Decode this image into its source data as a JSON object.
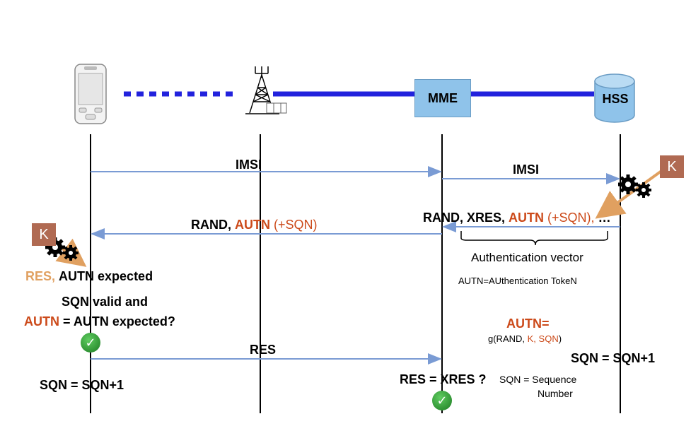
{
  "entities": {
    "mme": "MME",
    "hss": "HSS"
  },
  "messages": {
    "imsi_ue": "IMSI",
    "imsi_mme": "IMSI",
    "rand_autn": {
      "rand": "RAND,",
      "autn": "AUTN",
      "sqn": "(+SQN)"
    },
    "vector": {
      "rand": "RAND, XRES,",
      "autn": "AUTN",
      "sqn": "(+SQN),",
      "more": "…"
    },
    "res": "RES"
  },
  "labels": {
    "auth_vector": "Authentication vector",
    "autn_def": "AUTN=AUthentication TokeN",
    "res_expected_res": "RES,",
    "res_expected_rest": "AUTN expected",
    "sqn_valid": "SQN valid and",
    "autn_eq": "AUTN",
    "autn_eq_rest": "= AUTN expected?",
    "autn_func_head": "AUTN=",
    "autn_func_a": "g(RAND,",
    "autn_func_k": "K, SQN",
    "autn_func_b": ")",
    "sqn_ue": "SQN = SQN+1",
    "sqn_hss": "SQN = SQN+1",
    "res_xres": "RES = XRES ?",
    "sqn_def_a": "SQN  = Sequence",
    "sqn_def_b": "Number"
  },
  "keys": {
    "k_ue": "K",
    "k_hss": "K"
  },
  "colors": {
    "arrow": "#7a9bd4",
    "backhaul": "#2222dd",
    "orange": "#cc4a1a",
    "tan": "#e0a060",
    "key_box": "#b06a52",
    "entity_box": "#8fc3ea"
  },
  "icons": {
    "ue": "mobile-phone-icon",
    "enb": "cell-tower-icon",
    "gears": "gears-icon",
    "check": "checkmark-icon",
    "db": "database-icon"
  }
}
